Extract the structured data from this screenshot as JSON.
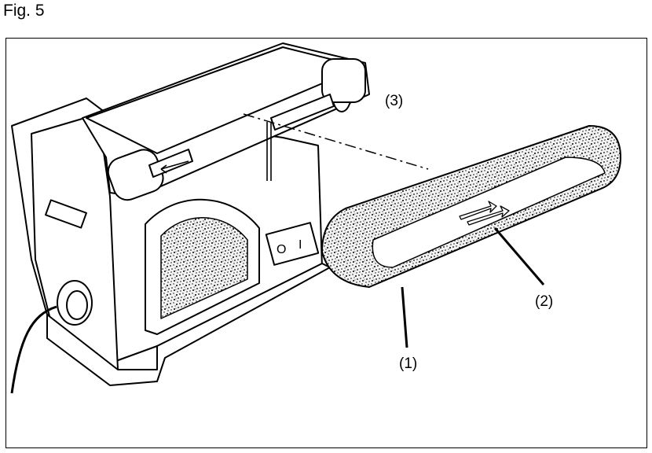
{
  "figure": {
    "title": "Fig. 5",
    "callouts": [
      {
        "id": "c1",
        "text": "(1)"
      },
      {
        "id": "c2",
        "text": "(2)"
      },
      {
        "id": "c3",
        "text": "(3)"
      }
    ],
    "switch_symbols": [
      "O",
      "I"
    ]
  }
}
